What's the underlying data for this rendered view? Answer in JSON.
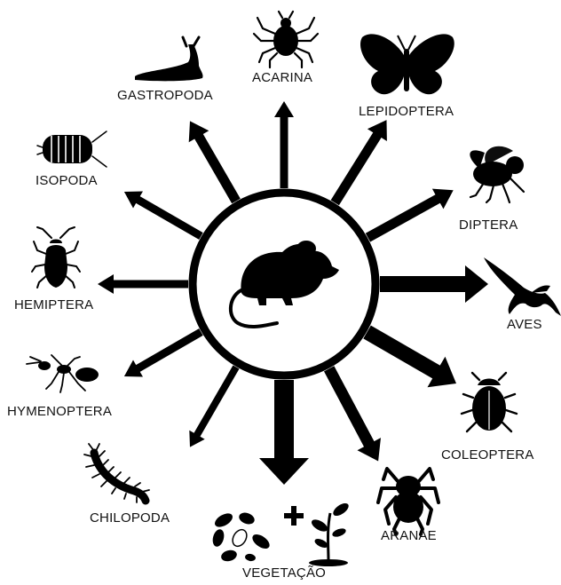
{
  "diagram": {
    "center": {
      "icon": "mouse-icon"
    },
    "nodes": [
      {
        "id": "acarina",
        "label": "ACARINA",
        "icon": "tick-icon"
      },
      {
        "id": "lepidoptera",
        "label": "LEPIDOPTERA",
        "icon": "butterfly-icon"
      },
      {
        "id": "diptera",
        "label": "DIPTERA",
        "icon": "fly-icon"
      },
      {
        "id": "aves",
        "label": "AVES",
        "icon": "bird-icon"
      },
      {
        "id": "coleoptera",
        "label": "COLEOPTERA",
        "icon": "beetle-icon"
      },
      {
        "id": "aranae",
        "label": "ARANAE",
        "icon": "spider-icon"
      },
      {
        "id": "vegetacao",
        "label": "VEGETAÇÃO",
        "icon": "seeds-plus-plant-icon"
      },
      {
        "id": "chilopoda",
        "label": "CHILOPODA",
        "icon": "centipede-icon"
      },
      {
        "id": "hymenoptera",
        "label": "HYMENOPTERA",
        "icon": "ant-icon"
      },
      {
        "id": "hemiptera",
        "label": "HEMIPTERA",
        "icon": "stinkbug-icon"
      },
      {
        "id": "isopoda",
        "label": "ISOPODA",
        "icon": "woodlouse-icon"
      },
      {
        "id": "gastropoda",
        "label": "GASTROPODA",
        "icon": "slug-icon"
      }
    ],
    "colors": {
      "ink": "#000000",
      "background": "#ffffff"
    }
  }
}
